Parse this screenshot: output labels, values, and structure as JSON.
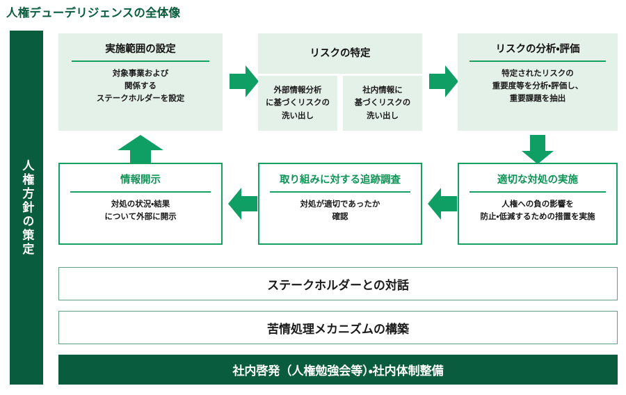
{
  "page": {
    "title": "人権デューデリジェンスの全体像",
    "accent_dark_green": "#0a5c3e",
    "accent_green": "#13a060",
    "box_fill_light": "#e4f1e8",
    "arrow_color": "#0f9e63"
  },
  "sidebar": {
    "label": "人権方針の策定"
  },
  "steps": {
    "scope": {
      "title": "実施範囲の設定",
      "body": "対象事業および\n関係する\nステークホルダーを設定"
    },
    "identify": {
      "title": "リスクの特定",
      "sub_left": "外部情報分析\nに基づくリスクの\n洗い出し",
      "sub_right": "社内情報に\n基づくリスクの\n洗い出し"
    },
    "assess": {
      "title": "リスクの分析・評価",
      "body": "特定されたリスクの\n重要度等を分析・評価し、\n重要課題を抽出"
    },
    "remediate": {
      "title": "適切な対処の実施",
      "body": "人権への負の影響を\n防止・低減するための措置を実施"
    },
    "track": {
      "title": "取り組みに対する追跡調査",
      "body": "対処が適切であったか\n確認"
    },
    "disclose": {
      "title": "情報開示",
      "body": "対処の状況・結果\nについて外部に開示"
    }
  },
  "foundations": [
    {
      "label": "ステークホルダーとの対話",
      "style": "light"
    },
    {
      "label": "苦情処理メカニズムの構築",
      "style": "light"
    },
    {
      "label": "社内啓発（人権勉強会等）・社内体制整備",
      "style": "dark"
    }
  ],
  "arrows": {
    "scope_to_identify": "right-arrow",
    "identify_to_assess": "right-arrow",
    "assess_to_remediate": "down-arrow",
    "remediate_to_track": "left-arrow",
    "track_to_disclose": "left-arrow",
    "disclose_to_scope": "up-arrow"
  }
}
